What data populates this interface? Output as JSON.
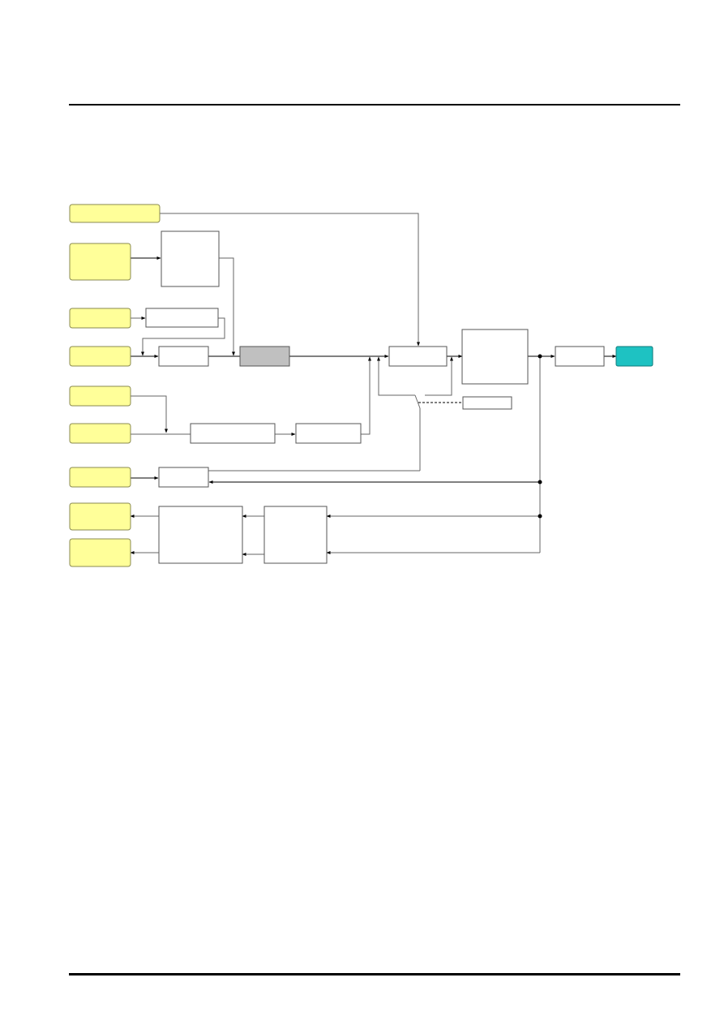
{
  "colors": {
    "input_fill": "#ffff99",
    "input_stroke": "#8a8a50",
    "block_stroke": "#555555",
    "gray_block": "#c0c0c0",
    "output_fill": "#1ec2c2",
    "wire": "#666666"
  },
  "diagram": {
    "inputs": [
      {
        "id": "in-1",
        "label": ""
      },
      {
        "id": "in-2",
        "label": ""
      },
      {
        "id": "in-3",
        "label": ""
      },
      {
        "id": "in-4",
        "label": ""
      },
      {
        "id": "in-5",
        "label": ""
      },
      {
        "id": "in-6",
        "label": ""
      },
      {
        "id": "in-7",
        "label": ""
      },
      {
        "id": "out-feedback-1",
        "label": ""
      },
      {
        "id": "out-feedback-2",
        "label": ""
      }
    ],
    "blocks": [
      {
        "id": "block-a",
        "label": ""
      },
      {
        "id": "block-b",
        "label": ""
      },
      {
        "id": "block-c",
        "label": ""
      },
      {
        "id": "block-d",
        "label": ""
      },
      {
        "id": "block-e",
        "label": ""
      },
      {
        "id": "block-f",
        "label": ""
      },
      {
        "id": "block-g",
        "label": ""
      },
      {
        "id": "block-h",
        "label": ""
      },
      {
        "id": "block-i",
        "label": ""
      },
      {
        "id": "block-j",
        "label": ""
      },
      {
        "id": "block-k",
        "label": ""
      },
      {
        "id": "block-l",
        "label": ""
      },
      {
        "id": "block-m",
        "label": ""
      }
    ],
    "output": {
      "id": "out-main",
      "label": ""
    }
  }
}
